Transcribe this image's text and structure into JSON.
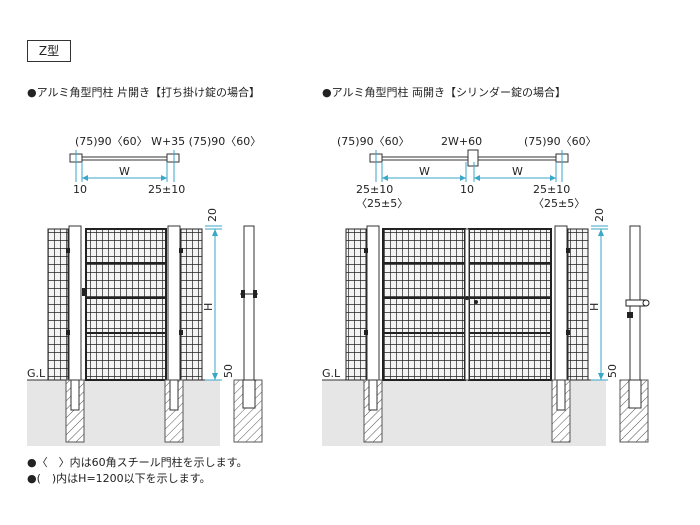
{
  "badge": "Z型",
  "left": {
    "title": "●アルミ角型門柱 片開き【打ち掛け錠の場合】",
    "top_dims": "(75)90〈60〉 W+35  (75)90〈60〉",
    "w": "W",
    "left10": "10",
    "right_tol": "25±10",
    "h20": "20",
    "h": "H",
    "h50": "50",
    "gl": "G.L"
  },
  "right": {
    "title": "●アルミ角型門柱 両開き【シリンダー錠の場合】",
    "top_left": "(75)90〈60〉",
    "top_mid": "2W+60",
    "top_right": "(75)90〈60〉",
    "w1": "W",
    "w2": "W",
    "tol_left": "25±10",
    "tol_left_sub": "〈25±5〉",
    "mid10": "10",
    "tol_right": "25±10",
    "tol_right_sub": "〈25±5〉",
    "h20": "20",
    "h": "H",
    "h50": "50",
    "gl": "G.L"
  },
  "notes": [
    "●〈　〉内は60角スチール門柱を示します。",
    "●(　)内はH=1200以下を示します。"
  ]
}
